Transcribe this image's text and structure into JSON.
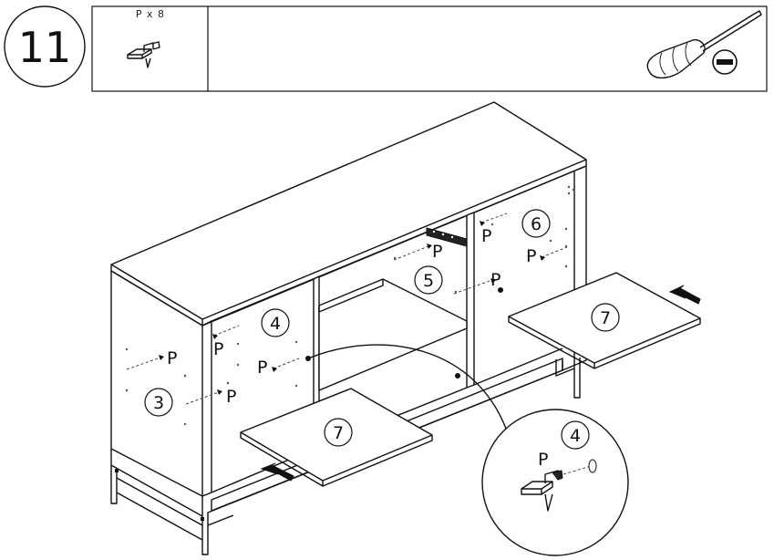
{
  "step": {
    "number": "11"
  },
  "parts_box": {
    "part_label": "P x 8"
  },
  "tool": {
    "icon": "flathead-screwdriver-icon",
    "symbol_icon": "minus-slot-icon"
  },
  "pin_labels": {
    "p": "P"
  },
  "callouts": {
    "side_panel": "3",
    "left_compartment": "4",
    "middle_compartment": "5",
    "right_compartment": "6",
    "shelf_left": "7",
    "shelf_right": "7",
    "detail": "4"
  },
  "detail_view": {
    "pin_label": "P"
  }
}
